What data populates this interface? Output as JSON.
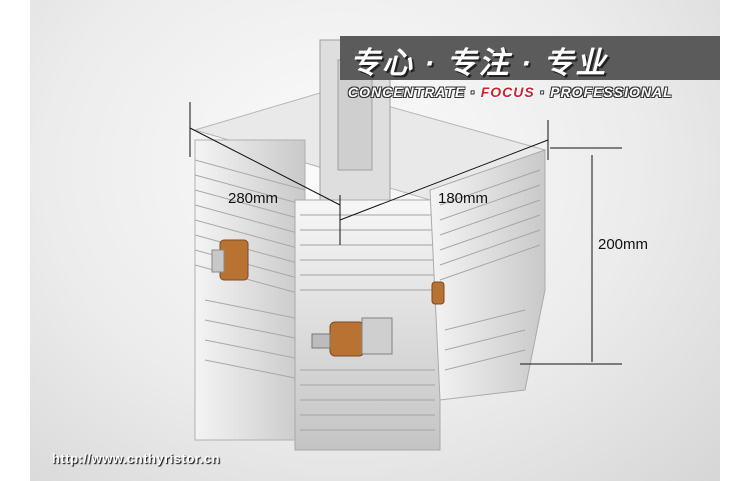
{
  "banner": {
    "title": "专心 · 专注 · 专业",
    "slogan_left": "CONCENTRATE · ",
    "slogan_focus": "FOCUS",
    "slogan_right": " · PROFESSIONAL"
  },
  "dimensions": {
    "length": "280mm",
    "width": "180mm",
    "height": "200mm"
  },
  "footer": {
    "url": "http://www.cnthyristor.cn"
  },
  "colors": {
    "banner_bg": "#5b5b5b",
    "focus_red": "#d11f2b",
    "aluminum": "#dcdcdc",
    "copper": "#b87333"
  }
}
